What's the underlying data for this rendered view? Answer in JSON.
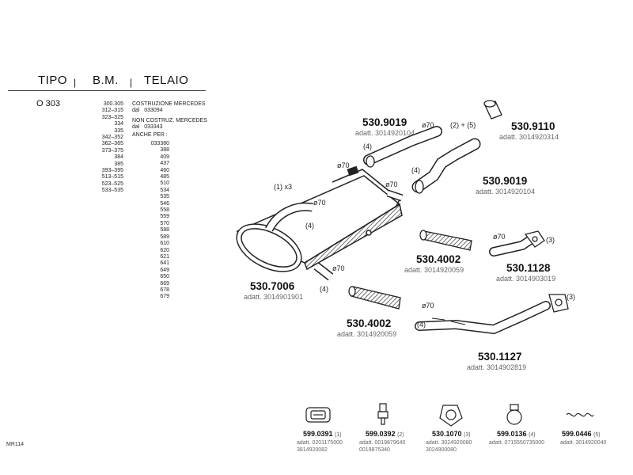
{
  "table": {
    "headers": {
      "tipo": "TIPO",
      "bm": "B.M.",
      "telaio": "TELAIO"
    },
    "separator": "|",
    "tipo_value": "O 303",
    "bm_values": [
      "300.305",
      "312–315",
      "323–325",
      "334",
      "335",
      "342–352",
      "362–365",
      "373–375",
      "384",
      "385",
      "393–395",
      "513–515",
      "523–525",
      "533–535"
    ],
    "telaio_notes": [
      [
        "COSTRUZIONE MERCEDES"
      ],
      [
        "dal",
        "033094"
      ],
      [
        "NON COSTRUZ. MERCEDES"
      ],
      [
        "dal",
        "033343"
      ],
      [
        "ANCHE PER :"
      ]
    ],
    "telaio_values": [
      "033380",
      "388",
      "409",
      "437",
      "460",
      "485",
      "510",
      "534",
      "535",
      "546",
      "558",
      "559",
      "570",
      "588",
      "589",
      "610",
      "620",
      "621",
      "641",
      "649",
      "650",
      "669",
      "678",
      "679"
    ]
  },
  "labels": {
    "pn_9019_top": "530.9019",
    "ad_9019_top": "adatt. 3014920104",
    "pn_9110": "530.9110",
    "ad_9110": "adatt. 3014920314",
    "pn_9019_right": "530.9019",
    "ad_9019_right": "adatt. 3014920104",
    "pn_7006": "530.7006",
    "ad_7006": "adatt. 3014901901",
    "pn_4002_a": "530.4002",
    "ad_4002_a": "adatt. 3014920059",
    "pn_1128": "530.1128",
    "ad_1128": "adatt. 3014903019",
    "pn_4002_b": "530.4002",
    "ad_4002_b": "adatt. 3014920059",
    "pn_1127": "530.1127",
    "ad_1127": "adatt. 3014902819"
  },
  "annotations": {
    "phi70": "ø70",
    "n4": "(4)",
    "n3": "(3)",
    "plus": "(2) + (5)",
    "x3": "(1) x3"
  },
  "footer": {
    "code": "MR114",
    "items": [
      {
        "pn": "599.0391",
        "num": "(1)",
        "adatt": "adatt. 0201175000\n3814920082",
        "icon": "clamp-icon"
      },
      {
        "pn": "599.0392",
        "num": "(2)",
        "adatt": "adatt. 0019879640\n0019875340",
        "icon": "bolt-icon"
      },
      {
        "pn": "530.1070",
        "num": "(3)",
        "adatt": "adatt. 3024920080\n3024900080",
        "icon": "gasket-icon"
      },
      {
        "pn": "599.0136",
        "num": "(4)",
        "adatt": "adatt. 0715550735000",
        "icon": "hose-clamp-icon"
      },
      {
        "pn": "599.0446",
        "num": "(5)",
        "adatt": "adatt. 3014920040",
        "icon": "spring-icon"
      }
    ]
  }
}
